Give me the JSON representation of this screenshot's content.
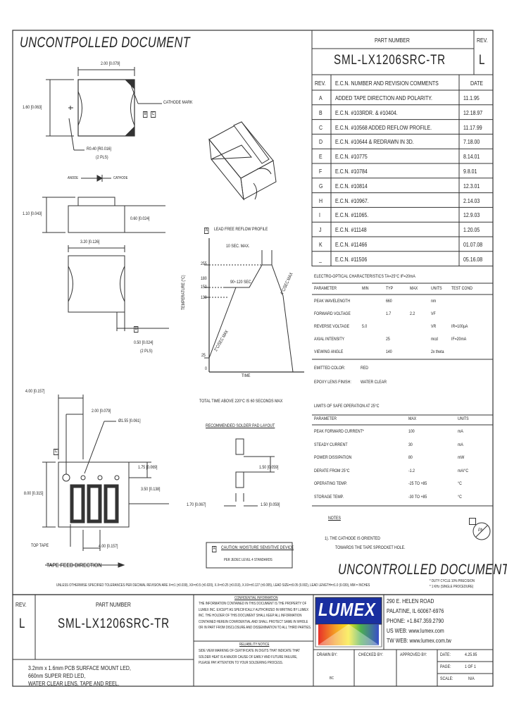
{
  "header": {
    "uncontrolled_top": "UNCONTPOLLED DOCUMENT",
    "part_number_label": "PART NUMBER",
    "part_number": "SML-LX1206SRC-TR",
    "rev_label": "REV.",
    "rev": "L"
  },
  "revisions": {
    "headers": [
      "REV.",
      "E.C.N. NUMBER AND REVISION COMMENTS",
      "DATE"
    ],
    "rows": [
      {
        "rev": "A",
        "comment": "ADDED TAPE DIRECTION AND POLARITY.",
        "date": "11.1.95"
      },
      {
        "rev": "B",
        "comment": "E.C.N. #103RDR. & #10404.",
        "date": "12.18.97"
      },
      {
        "rev": "C",
        "comment": "E.C.N. #10568 ADDED REFLOW PROFILE.",
        "date": "11.17.99"
      },
      {
        "rev": "D",
        "comment": "E.C.N. #10644 & REDRAWN IN 3D.",
        "date": "7.18.00"
      },
      {
        "rev": "E",
        "comment": "E.C.N. #10775",
        "date": "8.14.01"
      },
      {
        "rev": "F",
        "comment": "E.C.N. #10784",
        "date": "9.8.01"
      },
      {
        "rev": "G",
        "comment": "E.C.N. #10814",
        "date": "12.3.01"
      },
      {
        "rev": "H",
        "comment": "E.C.N. #10967.",
        "date": "2.14.03"
      },
      {
        "rev": "I",
        "comment": "E.C.N. #11065.",
        "date": "12.9.03"
      },
      {
        "rev": "J",
        "comment": "E.C.N. #11148",
        "date": "1.20.05"
      },
      {
        "rev": "K",
        "comment": "E.C.N. #11466",
        "date": "01.07.08"
      },
      {
        "rev": "_",
        "comment": "E.C.N. #11506",
        "date": "05.16.08"
      }
    ]
  },
  "electro_optical": {
    "title": "ELECTRO-OPTICAL CHARACTERISTICS TA=25°C  IF=20mA",
    "headers": [
      "PARAMETER",
      "MIN",
      "TYP",
      "MAX",
      "UNITS",
      "TEST COND"
    ],
    "rows": [
      [
        "PEAK WAVELENGTH",
        "",
        "660",
        "",
        "nm",
        ""
      ],
      [
        "FORWARD VOLTAGE",
        "",
        "1.7",
        "2.2",
        "VF",
        ""
      ],
      [
        "REVERSE VOLTAGE",
        "5.0",
        "",
        "",
        "VR",
        "IR=100µA"
      ],
      [
        "AXIAL INTENSITY",
        "",
        "25",
        "",
        "mcd",
        "IF=20mA"
      ],
      [
        "VIEWING ANGLE",
        "",
        "140",
        "",
        "2x theta",
        ""
      ]
    ],
    "emitted_color_label": "EMITTED COLOR:",
    "emitted_color": "RED",
    "epoxy_label": "EPOXY LENS FINISH:",
    "epoxy": "WATER CLEAR"
  },
  "limits": {
    "title": "LIMITS OF SAFE OPERATION AT 25°C",
    "headers": [
      "PARAMETER",
      "MAX",
      "UNITS"
    ],
    "rows": [
      [
        "PEAK FORWARD CURRENT*",
        "100",
        "mA"
      ],
      [
        "STEADY CURRENT",
        "30",
        "mA"
      ],
      [
        "POWER DISSIPATION",
        "80",
        "mW"
      ],
      [
        "DERATE FROM 25°C",
        "-1.2",
        "mA/°C"
      ],
      [
        "OPERATING TEMP.",
        "-25 TO +85",
        "°C"
      ],
      [
        "STORAGE TEMP.",
        "-30 TO +85",
        "°C"
      ]
    ],
    "footnote_a": "* DUTY CYCLE 10% PRECISION",
    "footnote_b": "* 1 KHz (SINGLE PROCEDURE)"
  },
  "notes": {
    "label": "NOTES",
    "item1": "1). THE CATHODE IS ORIENTED",
    "item1b": "TOWARDS THE TAPE SPROCKET HOLE.",
    "rohs": "Pb"
  },
  "uncontrolled_bottom": "UNCONTROLLED DOCUMENT",
  "tolerance_note": "UNLESS OTHERWISE SPECIFIED TOLERANCES PER DECIMAL REVISION ARE X=±1 (±0.039), XX=±0.5 (±0.020), X.X=±0.25 (±0.010), X.XX=±0.127 (±0.005), LEAD SIZE=±0.05 (0.002), LEAD LENGTH=±1.0 (0.039), MM = INCHES",
  "drawing": {
    "dims": {
      "d200": "2.00 [0.079]",
      "d160": "1.60 [0.063]",
      "cathode_mark": "CATHODE MARK",
      "r040": "R0.40 [R0.016]",
      "two_pls": "(2 PLS)",
      "anode": "ANODE",
      "cathode": "CATHODE",
      "d110": "1.10 [0.043]",
      "d060a": "0.60 [0.024]",
      "d320": "3.20 [0.126]",
      "d050": "0.50 [0.024]",
      "two_pls_b": "(2 PLS)",
      "d400": "4.00 [0.157]",
      "d200b": "2.00 [0.079]",
      "d155": "Ø1.55 [0.061]",
      "d175": "1.75 [0.069]",
      "d800": "8.00 [0.315]",
      "d350": "3.50 [0.138]",
      "d400b": "4.00 [0.157]",
      "top_tape": "TOP TAPE",
      "feed": "TAPE FEED DIRECTION",
      "label_b": "B",
      "label_c": "C",
      "label_a": "A"
    },
    "profile": {
      "title": "LEAD FREE REFLOW PROFILE",
      "ten_sec": "10 SEC. MAX.",
      "y_label": "TEMPERATURE (°C)",
      "x_label": "TIME",
      "t255": "255",
      "t180": "180",
      "t150": "150",
      "t130": "130",
      "t25": "25",
      "t0": "0",
      "hold": "90~120 SEC",
      "ramp_up": "2°C/SEC MAX",
      "ramp_dn": "4°C/SEC MAX",
      "total": "TOTAL TIME ABOVE 220°C IS 60 SECONDS MAX"
    },
    "pad": {
      "title": "RECOMMENDED SOLDER PAD LAYOUT",
      "d150": "1.50 [0.059]",
      "d170": "1.70 [0.067]",
      "d150b": "1.50 [0.059]"
    },
    "caution": {
      "title": "CAUTION: MOISTURE SENSITIVE DEVICE",
      "sub": "PER JEDEC LEVEL 4 STANDARDS"
    }
  },
  "title_block": {
    "rev_label": "REV.",
    "rev": "L",
    "part_label": "PART NUMBER",
    "part": "SML-LX1206SRC-TR",
    "confidential_title": "CONFIDENTIAL INFORMATION",
    "confidential": [
      "THE INFORMATION CONTAINED IN THIS DOCUMENT IS THE PROPERTY OF",
      "LUMEX INC. EXCEPT AS SPECIFICALLY AUTHORIZED IN WRITING BY LUMEX",
      "INC. THE HOLDER OF THIS DOCUMENT SHALL KEEP ALL INFORMATION",
      "CONTAINED HEREIN CONFIDENTIAL AND SHALL PROTECT SAME IN WHOLE",
      "OR IN PART FROM DISCLOSURE AND DISSEMINATION TO ALL THIRD PARTIES."
    ],
    "reliability_title": "RELIABILITY NOTICE",
    "reliability": [
      "SIDE VIEW MARKING OF CERTIFICATE IN DIGITS THAT INDICATE THAT",
      "SOLDER HEAT IS A MAJOR CAUSE OF EARLY AND FUTURE FAILURE,",
      "PLEASE PAY ATTENTION TO YOUR SOLDERING PROCESS."
    ],
    "logo": "LUMEX",
    "address": [
      "290 E. HELEN ROAD",
      "PALATINE, IL 60067-6976",
      "PHONE: +1.847.359.2790",
      "US WEB: www.lumex.com",
      "TW WEB: www.lumex.com.tw"
    ],
    "desc": [
      "3.2mm x 1.6mm PCB SURFACE MOUNT LED,",
      "660nm SUPER RED LED,",
      "WATER CLEAR LENS, TAPE AND REEL."
    ],
    "drawn_label": "DRAWN BY:",
    "drawn": "BC",
    "checked_label": "CHECKED BY:",
    "approved_label": "APPROVED BY:",
    "date_label": "DATE:",
    "date": "4.25.95",
    "page_label": "PAGE:",
    "page": "1 OF 1",
    "scale_label": "SCALE:",
    "scale": "N/A"
  }
}
